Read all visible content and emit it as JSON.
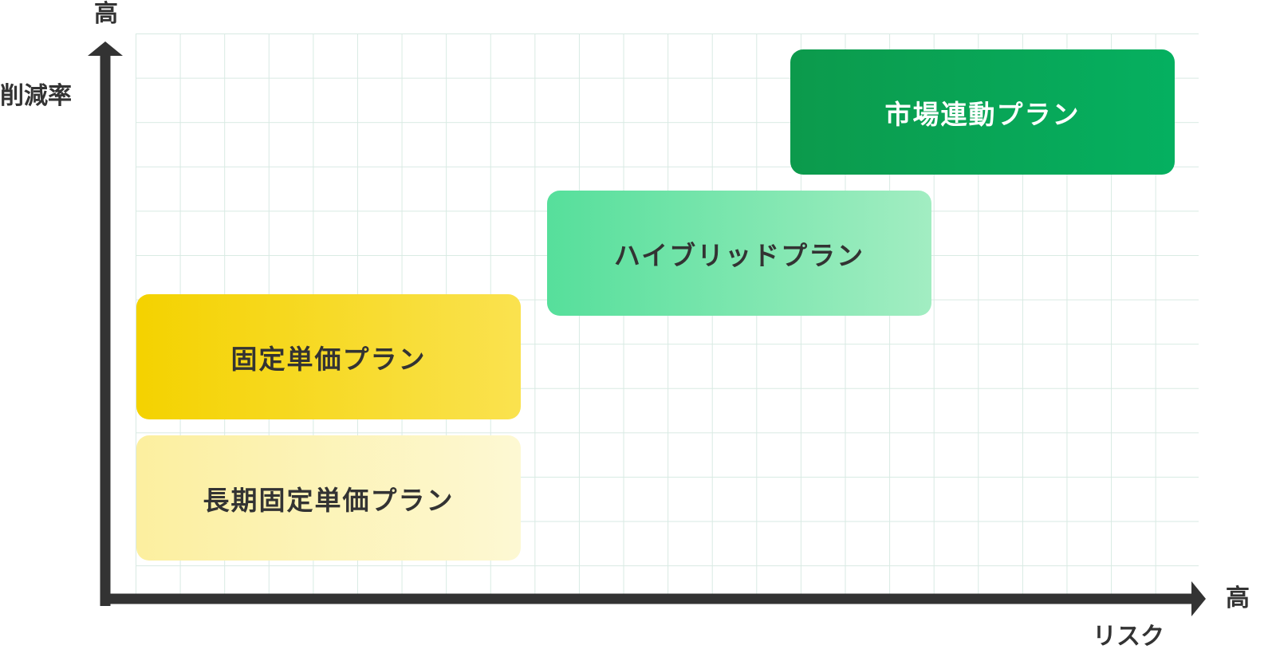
{
  "axes": {
    "y_label": "削減率",
    "y_high": "高",
    "x_label": "リスク",
    "x_high": "高"
  },
  "plans": [
    {
      "label": "市場連動プラン",
      "gradient": [
        "#0c9a4c",
        "#05b060"
      ],
      "text_color": "#ffffff"
    },
    {
      "label": "ハイブリッドプラン",
      "gradient": [
        "#56df9b",
        "#a2edc2"
      ],
      "text_color": "#333333"
    },
    {
      "label": "固定単価プラン",
      "gradient": [
        "#f4d200",
        "#fae24f"
      ],
      "text_color": "#333333"
    },
    {
      "label": "長期固定単価プラン",
      "gradient": [
        "#fcef9f",
        "#fdf8d3"
      ],
      "text_color": "#333333"
    }
  ]
}
